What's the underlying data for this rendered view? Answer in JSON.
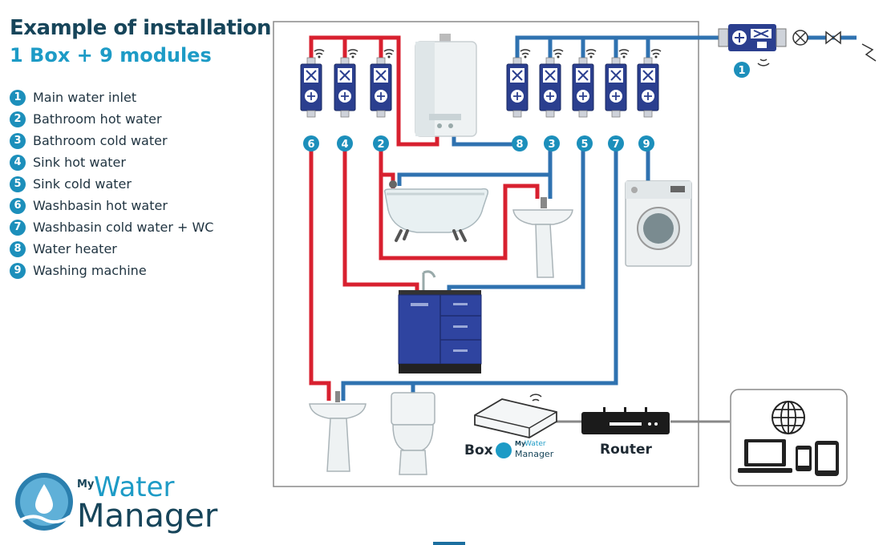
{
  "header": {
    "title": "Example of installation",
    "subtitle": "1 Box + 9 modules"
  },
  "legend": [
    {
      "num": "1",
      "label": "Main water inlet"
    },
    {
      "num": "2",
      "label": "Bathroom hot water"
    },
    {
      "num": "3",
      "label": "Bathroom cold water"
    },
    {
      "num": "4",
      "label": "Sink hot water"
    },
    {
      "num": "5",
      "label": "Sink cold water"
    },
    {
      "num": "6",
      "label": "Washbasin hot water"
    },
    {
      "num": "7",
      "label": "Washbasin cold water + WC"
    },
    {
      "num": "8",
      "label": "Water heater"
    },
    {
      "num": "9",
      "label": "Washing machine"
    }
  ],
  "module_badges": {
    "hot_group": [
      "6",
      "4",
      "2"
    ],
    "cold_group": [
      "8",
      "3",
      "5",
      "7",
      "9"
    ],
    "inlet": "1"
  },
  "devices": {
    "box_label": "Box",
    "router_label": "Router",
    "box_logo_small_my": "My",
    "box_logo_small_water": "Water",
    "box_logo_small_manager": "Manager"
  },
  "logo": {
    "my": "My",
    "water": "Water",
    "manager": "Manager"
  },
  "colors": {
    "hot_pipe": "#d8202f",
    "cold_pipe": "#2f72b0",
    "module_body": "#2b3f8f",
    "badge": "#1c8fbb",
    "title": "#17455a",
    "subtitle": "#1d9bc6"
  }
}
